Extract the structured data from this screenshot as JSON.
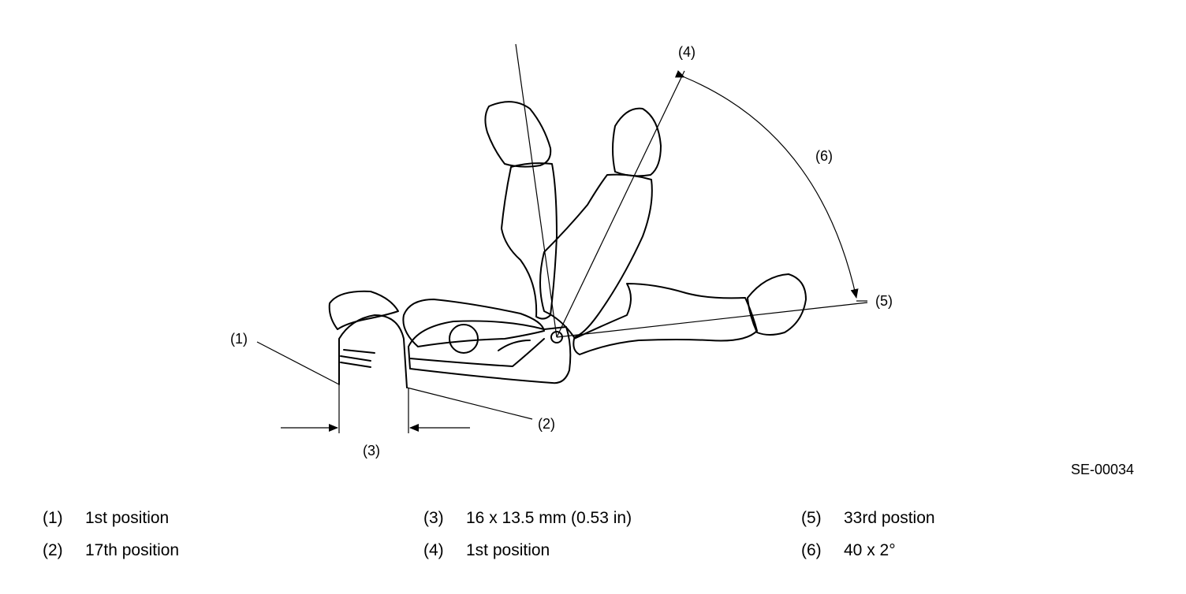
{
  "diagram": {
    "callouts": {
      "c1": "(1)",
      "c2": "(2)",
      "c3": "(3)",
      "c4": "(4)",
      "c5": "(5)",
      "c6": "(6)"
    },
    "figure_code": "SE-00034"
  },
  "legend": [
    {
      "num": "(1)",
      "text": "1st position"
    },
    {
      "num": "(2)",
      "text": "17th position"
    },
    {
      "num": "(3)",
      "text": "16 x 13.5 mm (0.53 in)"
    },
    {
      "num": "(4)",
      "text": "1st position"
    },
    {
      "num": "(5)",
      "text": "33rd postion"
    },
    {
      "num": "(6)",
      "text": "40 x 2°"
    }
  ]
}
